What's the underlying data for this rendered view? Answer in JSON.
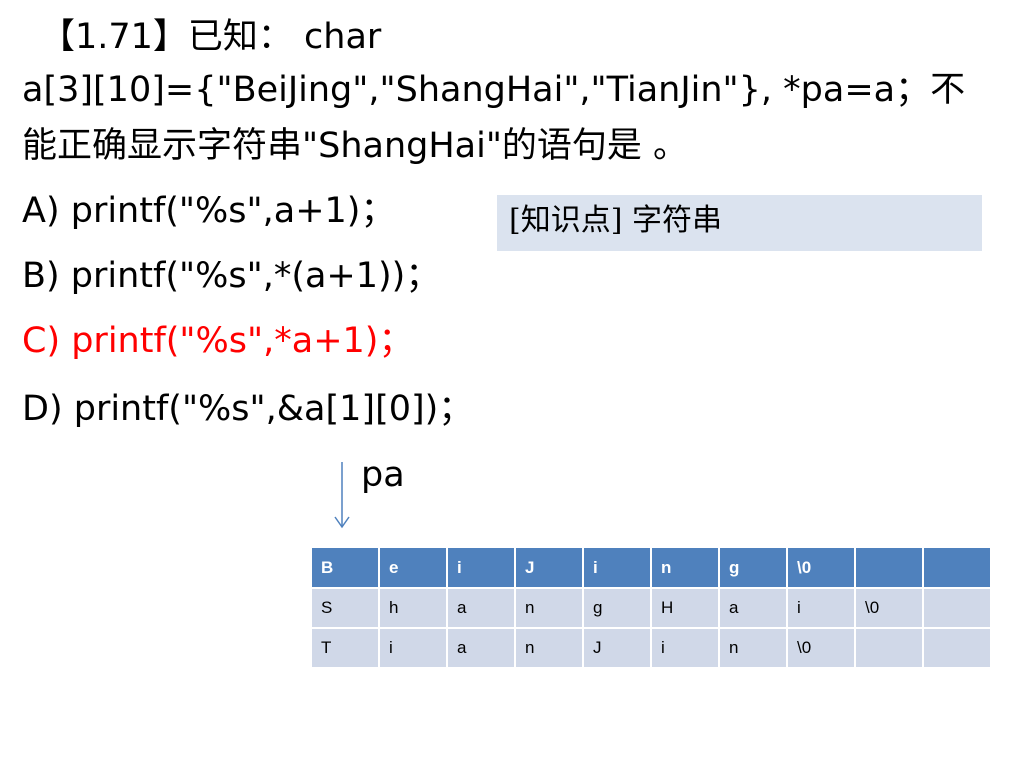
{
  "question": {
    "line1": "【1.71】已知： char",
    "line2": "a[3][10]={\"BeiJing\",\"ShangHai\",\"TianJin\"}, *pa=a；不",
    "line3": "能正确显示字符串\"ShangHai\"的语句是 。"
  },
  "options": [
    {
      "text": "A) printf(\"%s\",a+1)；",
      "color": "#000000"
    },
    {
      "text": "B) printf(\"%s\",*(a+1))；",
      "color": "#000000"
    },
    {
      "text": "C) printf(\"%s\",*a+1)；",
      "color": "#ff0000"
    },
    {
      "text": "D) printf(\"%s\",&a[1][0])；",
      "color": "#000000"
    }
  ],
  "knowledge_point": "[知识点] 字符串",
  "pointer_label": "pa",
  "array_grid": {
    "rows": [
      [
        "B",
        "e",
        "i",
        "J",
        "i",
        "n",
        "g",
        "\\0",
        "",
        ""
      ],
      [
        "S",
        "h",
        "a",
        "n",
        "g",
        "H",
        "a",
        "i",
        "\\0",
        ""
      ],
      [
        "T",
        "i",
        "a",
        "n",
        "J",
        "i",
        "n",
        "\\0",
        "",
        ""
      ]
    ]
  },
  "colors": {
    "header_fill": "#4f81bd",
    "row_fill": "#d0d8e8",
    "note_fill": "#dbe3ef",
    "arrow": "#4f81bd"
  }
}
